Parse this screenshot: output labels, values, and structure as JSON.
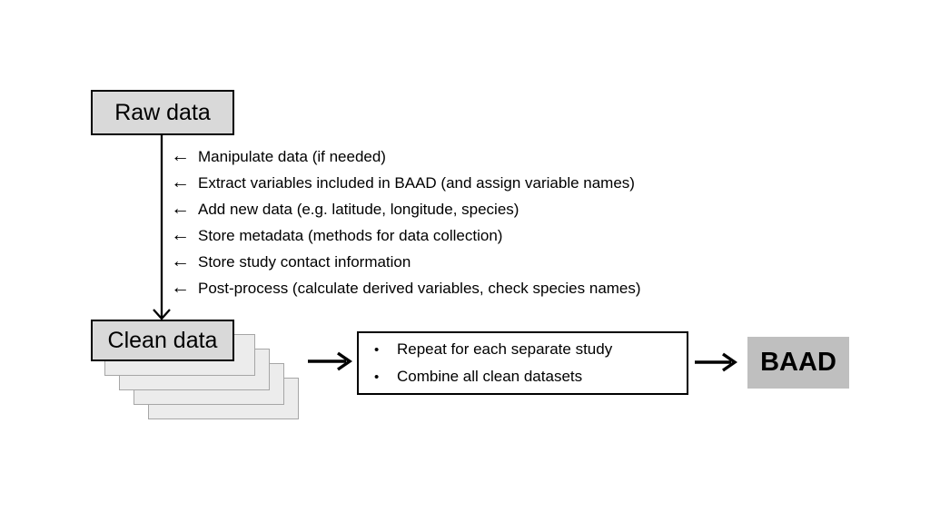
{
  "diagram": {
    "raw_data_box": {
      "label": "Raw data"
    },
    "clean_data_box": {
      "label": "Clean data"
    },
    "left_arrow_glyph": "←",
    "bullet_glyph": "•",
    "steps": [
      "Manipulate data (if needed)",
      "Extract variables included in BAAD (and assign variable names)",
      "Add new data (e.g. latitude, longitude, species)",
      "Store metadata (methods for data collection)",
      "Store study contact information",
      "Post-process (calculate derived variables, check species names)"
    ],
    "process_box": {
      "bullets": [
        "Repeat for each separate study",
        "Combine all clean datasets"
      ]
    },
    "baad_box": {
      "label": "BAAD"
    },
    "colors": {
      "background": "#ffffff",
      "box_fill": "#d9d9d9",
      "box_border": "#000000",
      "stack_page_fill": "#ececec",
      "stack_page_border": "#a6a6a6",
      "baad_fill": "#bfbfbf",
      "text": "#000000"
    }
  }
}
